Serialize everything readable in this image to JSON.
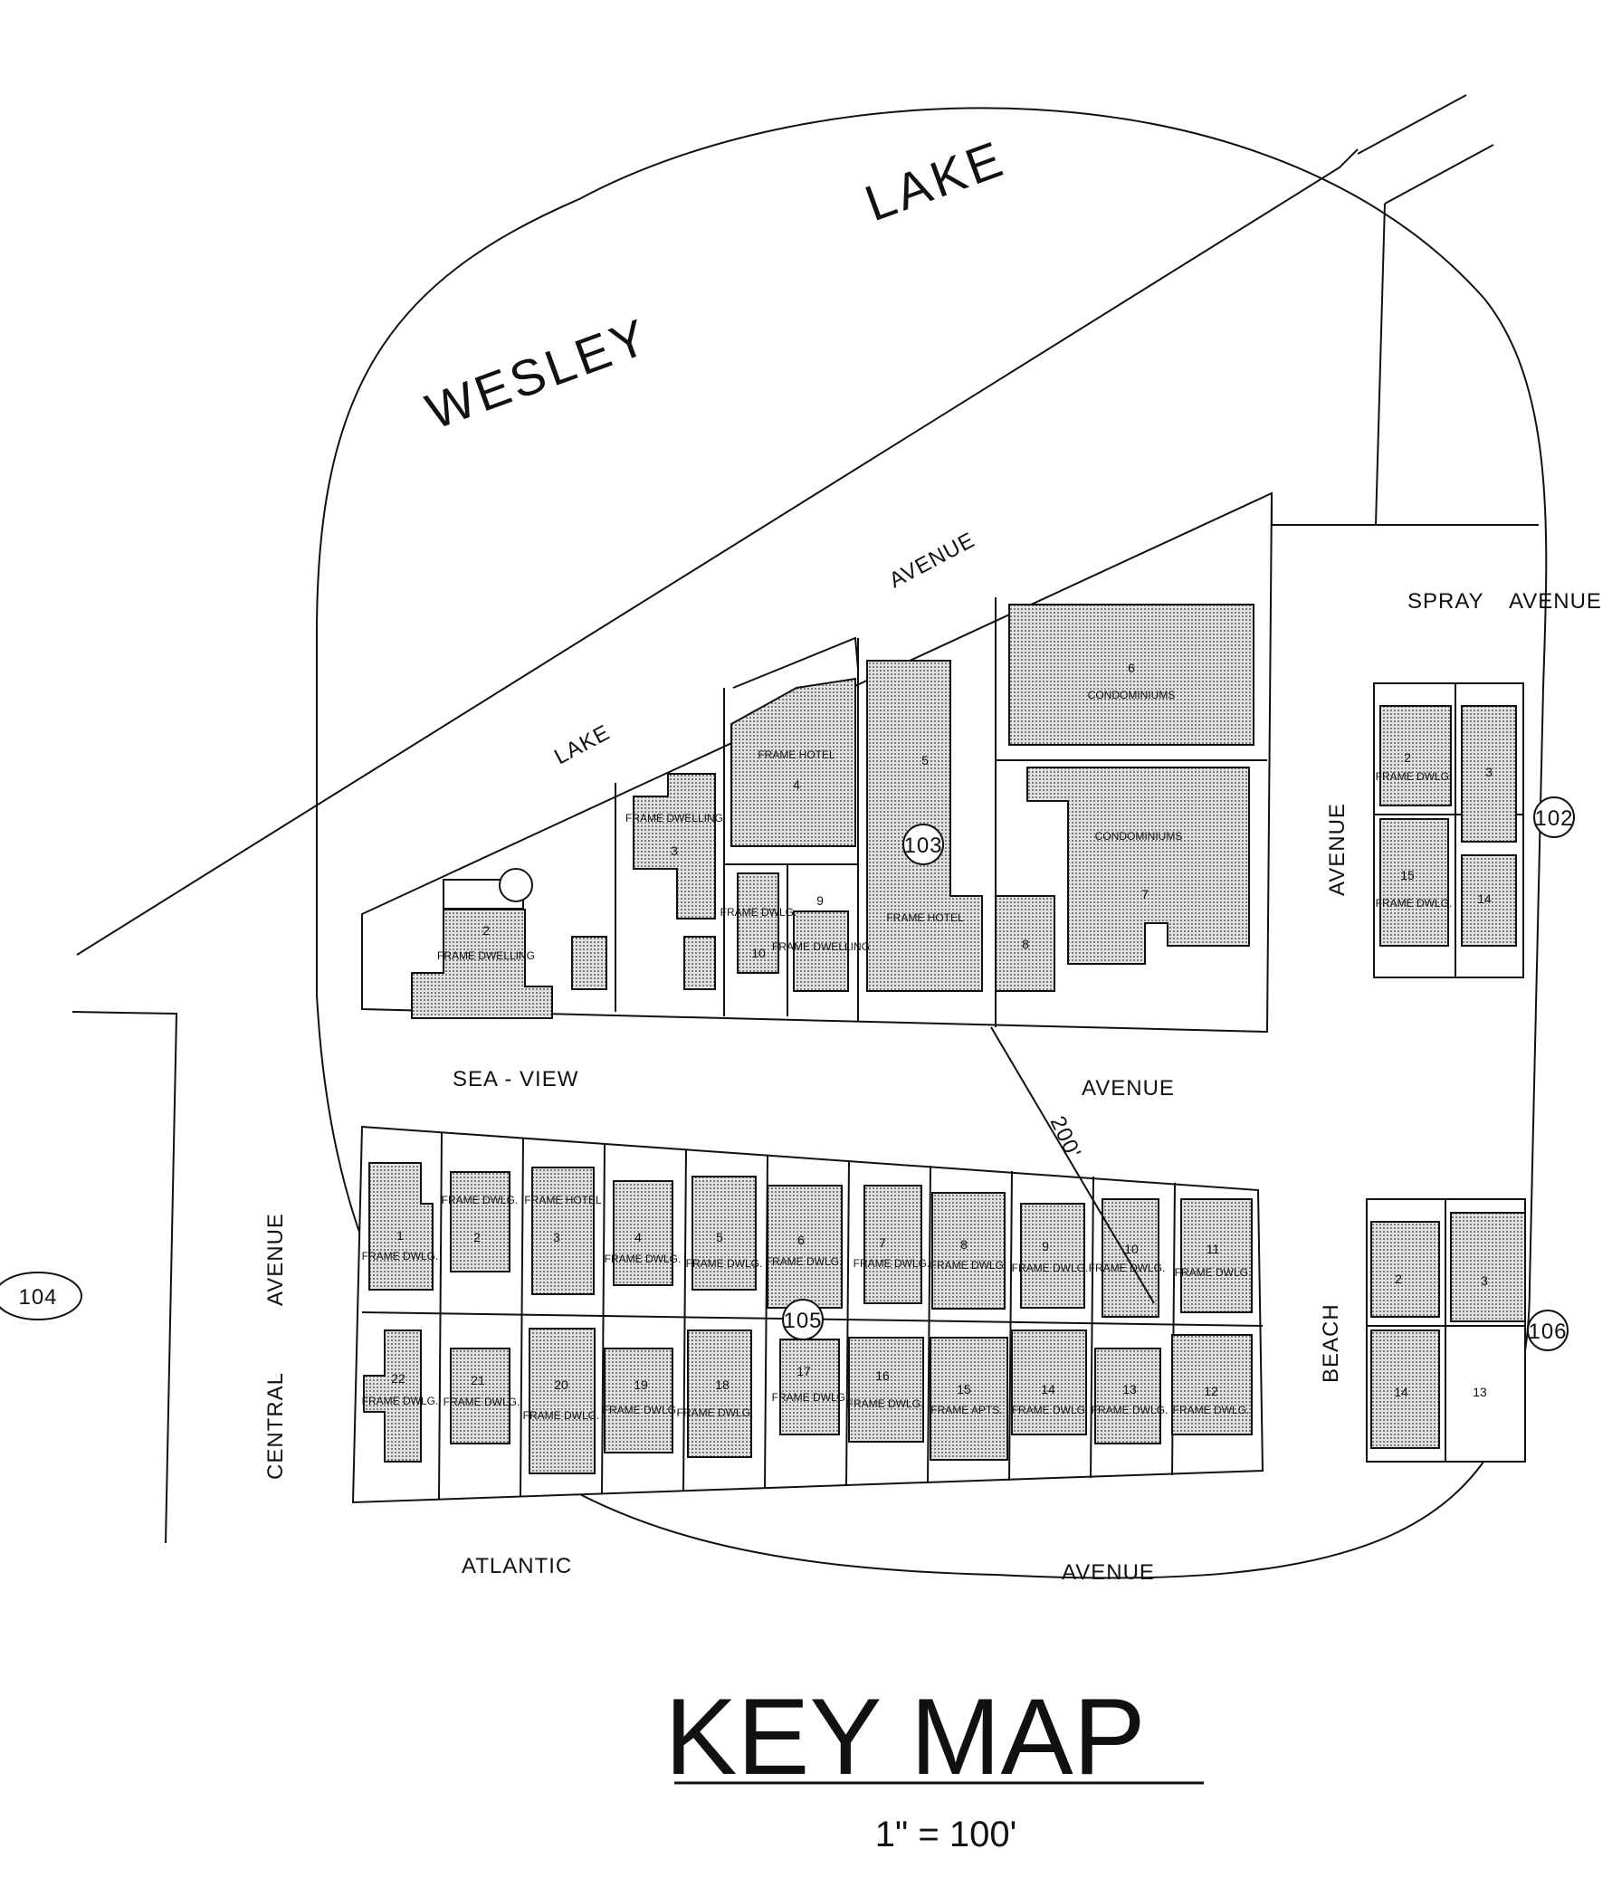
{
  "title": "KEY MAP",
  "scale": "1\" = 100'",
  "water": {
    "name_1": "WESLEY",
    "name_2": "LAKE"
  },
  "streets": {
    "lake_1": "LAKE",
    "lake_2": "AVENUE",
    "spray_1": "SPRAY",
    "spray_2": "AVENUE",
    "seaview_1": "SEA - VIEW",
    "seaview_2": "AVENUE",
    "central_1": "CENTRAL",
    "central_2": "AVENUE",
    "atlantic_1": "ATLANTIC",
    "atlantic_2": "AVENUE",
    "beach": "BEACH",
    "east_avenue": "AVENUE"
  },
  "radius": "200'",
  "blocks": {
    "b102": "102",
    "b103": "103",
    "b104": "104",
    "b105": "105",
    "b106": "106"
  },
  "north_block": [
    {
      "lot": "2",
      "label": "FRAME DWELLING"
    },
    {
      "lot": "3",
      "label": "FRAME DWELLING"
    },
    {
      "lot": "4",
      "label": "FRAME HOTEL"
    },
    {
      "lot": "5",
      "label": ""
    },
    {
      "lot": "6",
      "label": "CONDOMINIUMS"
    },
    {
      "lot": "7",
      "label": "CONDOMINIUMS"
    },
    {
      "lot": "8",
      "label": ""
    },
    {
      "lot": "9",
      "label": "FRAME DWELLING"
    },
    {
      "lot": "10",
      "label": "FRAME DWLG."
    },
    {
      "lot": "",
      "label": "FRAME HOTEL"
    }
  ],
  "south_block": [
    {
      "lot": "1",
      "label": "FRAME DWLG."
    },
    {
      "lot": "2",
      "label": "FRAME DWLG."
    },
    {
      "lot": "3",
      "label": "FRAME HOTEL"
    },
    {
      "lot": "4",
      "label": "FRAME DWLG."
    },
    {
      "lot": "5",
      "label": "FRAME DWLG."
    },
    {
      "lot": "6",
      "label": "FRAME DWLG."
    },
    {
      "lot": "7",
      "label": "FRAME DWLG."
    },
    {
      "lot": "8",
      "label": "FRAME DWLG."
    },
    {
      "lot": "9",
      "label": "FRAME DWLG."
    },
    {
      "lot": "10",
      "label": "FRAME DWLG."
    },
    {
      "lot": "11",
      "label": "FRAME DWLG."
    },
    {
      "lot": "22",
      "label": "FRAME DWLG."
    },
    {
      "lot": "21",
      "label": "FRAME DWLG."
    },
    {
      "lot": "20",
      "label": "FRAME DWLG."
    },
    {
      "lot": "19",
      "label": "FRAME DWLG."
    },
    {
      "lot": "18",
      "label": "FRAME DWLG."
    },
    {
      "lot": "17",
      "label": "FRAME DWLG."
    },
    {
      "lot": "16",
      "label": "FRAME DWLG."
    },
    {
      "lot": "15",
      "label": "FRAME APTS."
    },
    {
      "lot": "14",
      "label": "FRAME DWLG."
    },
    {
      "lot": "13",
      "label": "FRAME DWLG."
    },
    {
      "lot": "12",
      "label": "FRAME DWLG."
    }
  ],
  "east_block_102": [
    {
      "lot": "2",
      "label": "FRAME DWLG."
    },
    {
      "lot": "3",
      "label": ""
    },
    {
      "lot": "15",
      "label": "FRAME DWLG."
    },
    {
      "lot": "14",
      "label": ""
    }
  ],
  "east_block_106": [
    {
      "lot": "2",
      "label": ""
    },
    {
      "lot": "3",
      "label": ""
    },
    {
      "lot": "14",
      "label": ""
    },
    {
      "lot": "13",
      "label": ""
    }
  ]
}
